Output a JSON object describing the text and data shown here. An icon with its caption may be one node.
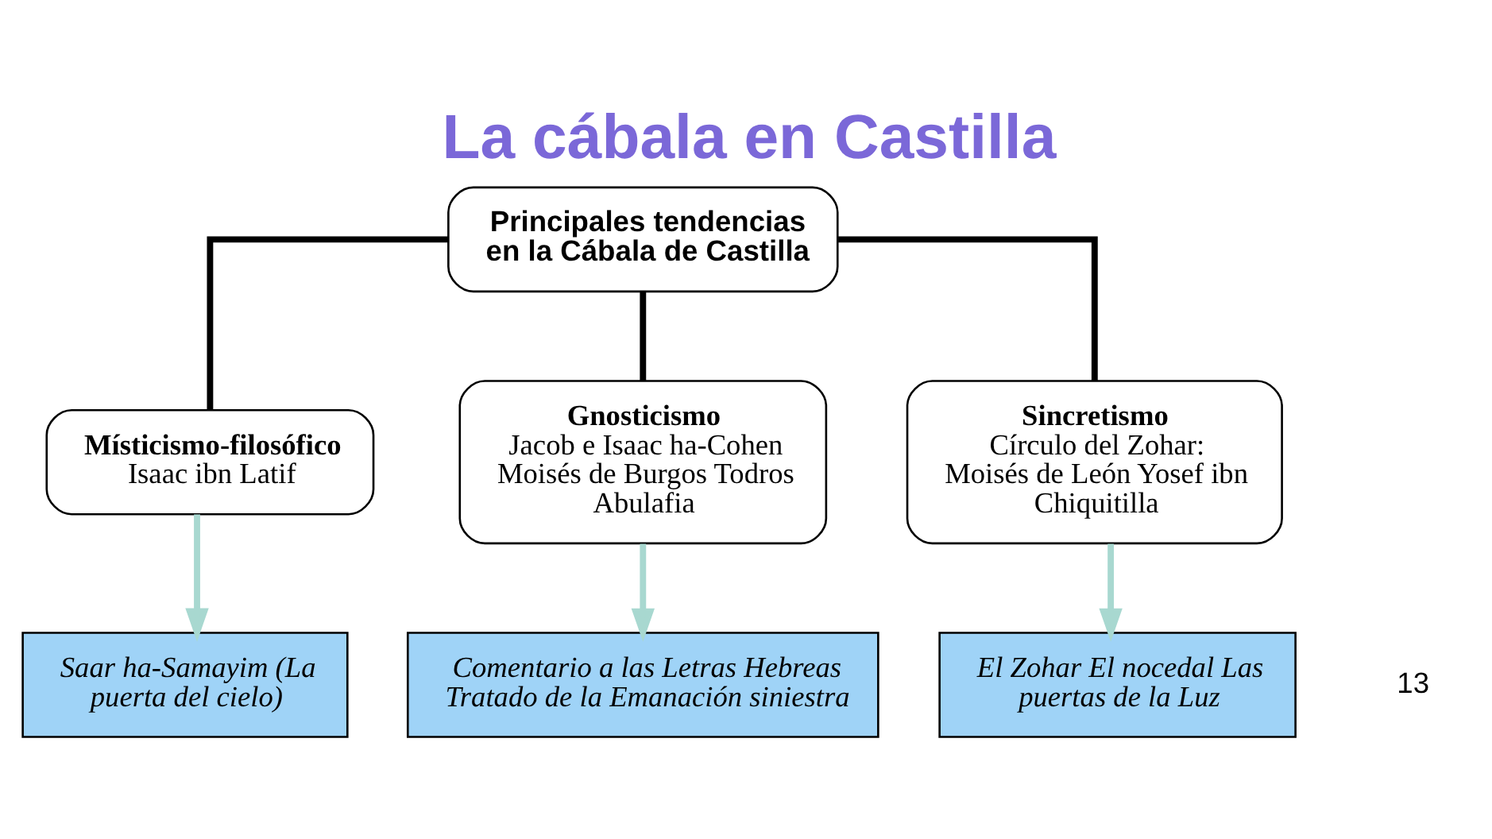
{
  "diagram": {
    "title": "La cábala en Castilla",
    "nodes": [
      {
        "text": [
          "Principales tendencias en la Cábala de Castilla"
        ]
      },
      {
        "text": [
          "Místicismo-filosófico",
          "Isaac ibn Latif"
        ]
      },
      {
        "text": [
          "Gnosticismo",
          "Jacob e Isaac ha-Cohen Moisés de Burgos Todros Abulafia"
        ]
      },
      {
        "text": [
          "Sincretismo",
          "Círculo del Zohar: Moisés de León Yosef ibn Chiquitilla"
        ]
      },
      {
        "text": [
          "Saar ha-Samayim (La puerta del cielo)"
        ]
      },
      {
        "text": [
          "Comentario a las Letras Hebreas Tratado de la Emanación siniestra"
        ]
      },
      {
        "text": [
          "El Zohar El nocedal Las puertas de la Luz"
        ]
      }
    ],
    "edges": [
      {
        "from": 0,
        "to": 1,
        "arrow": "none"
      },
      {
        "from": 0,
        "to": 2,
        "arrow": "none"
      },
      {
        "from": 0,
        "to": 3,
        "arrow": "none"
      },
      {
        "from": 1,
        "to": 4,
        "arrow": "to",
        "color": "#a8d8d0"
      },
      {
        "from": 2,
        "to": 5,
        "arrow": "to",
        "color": "#a8d8d0"
      },
      {
        "from": 3,
        "to": 6,
        "arrow": "to",
        "color": "#a8d8d0"
      }
    ],
    "labels": [
      "13"
    ]
  }
}
